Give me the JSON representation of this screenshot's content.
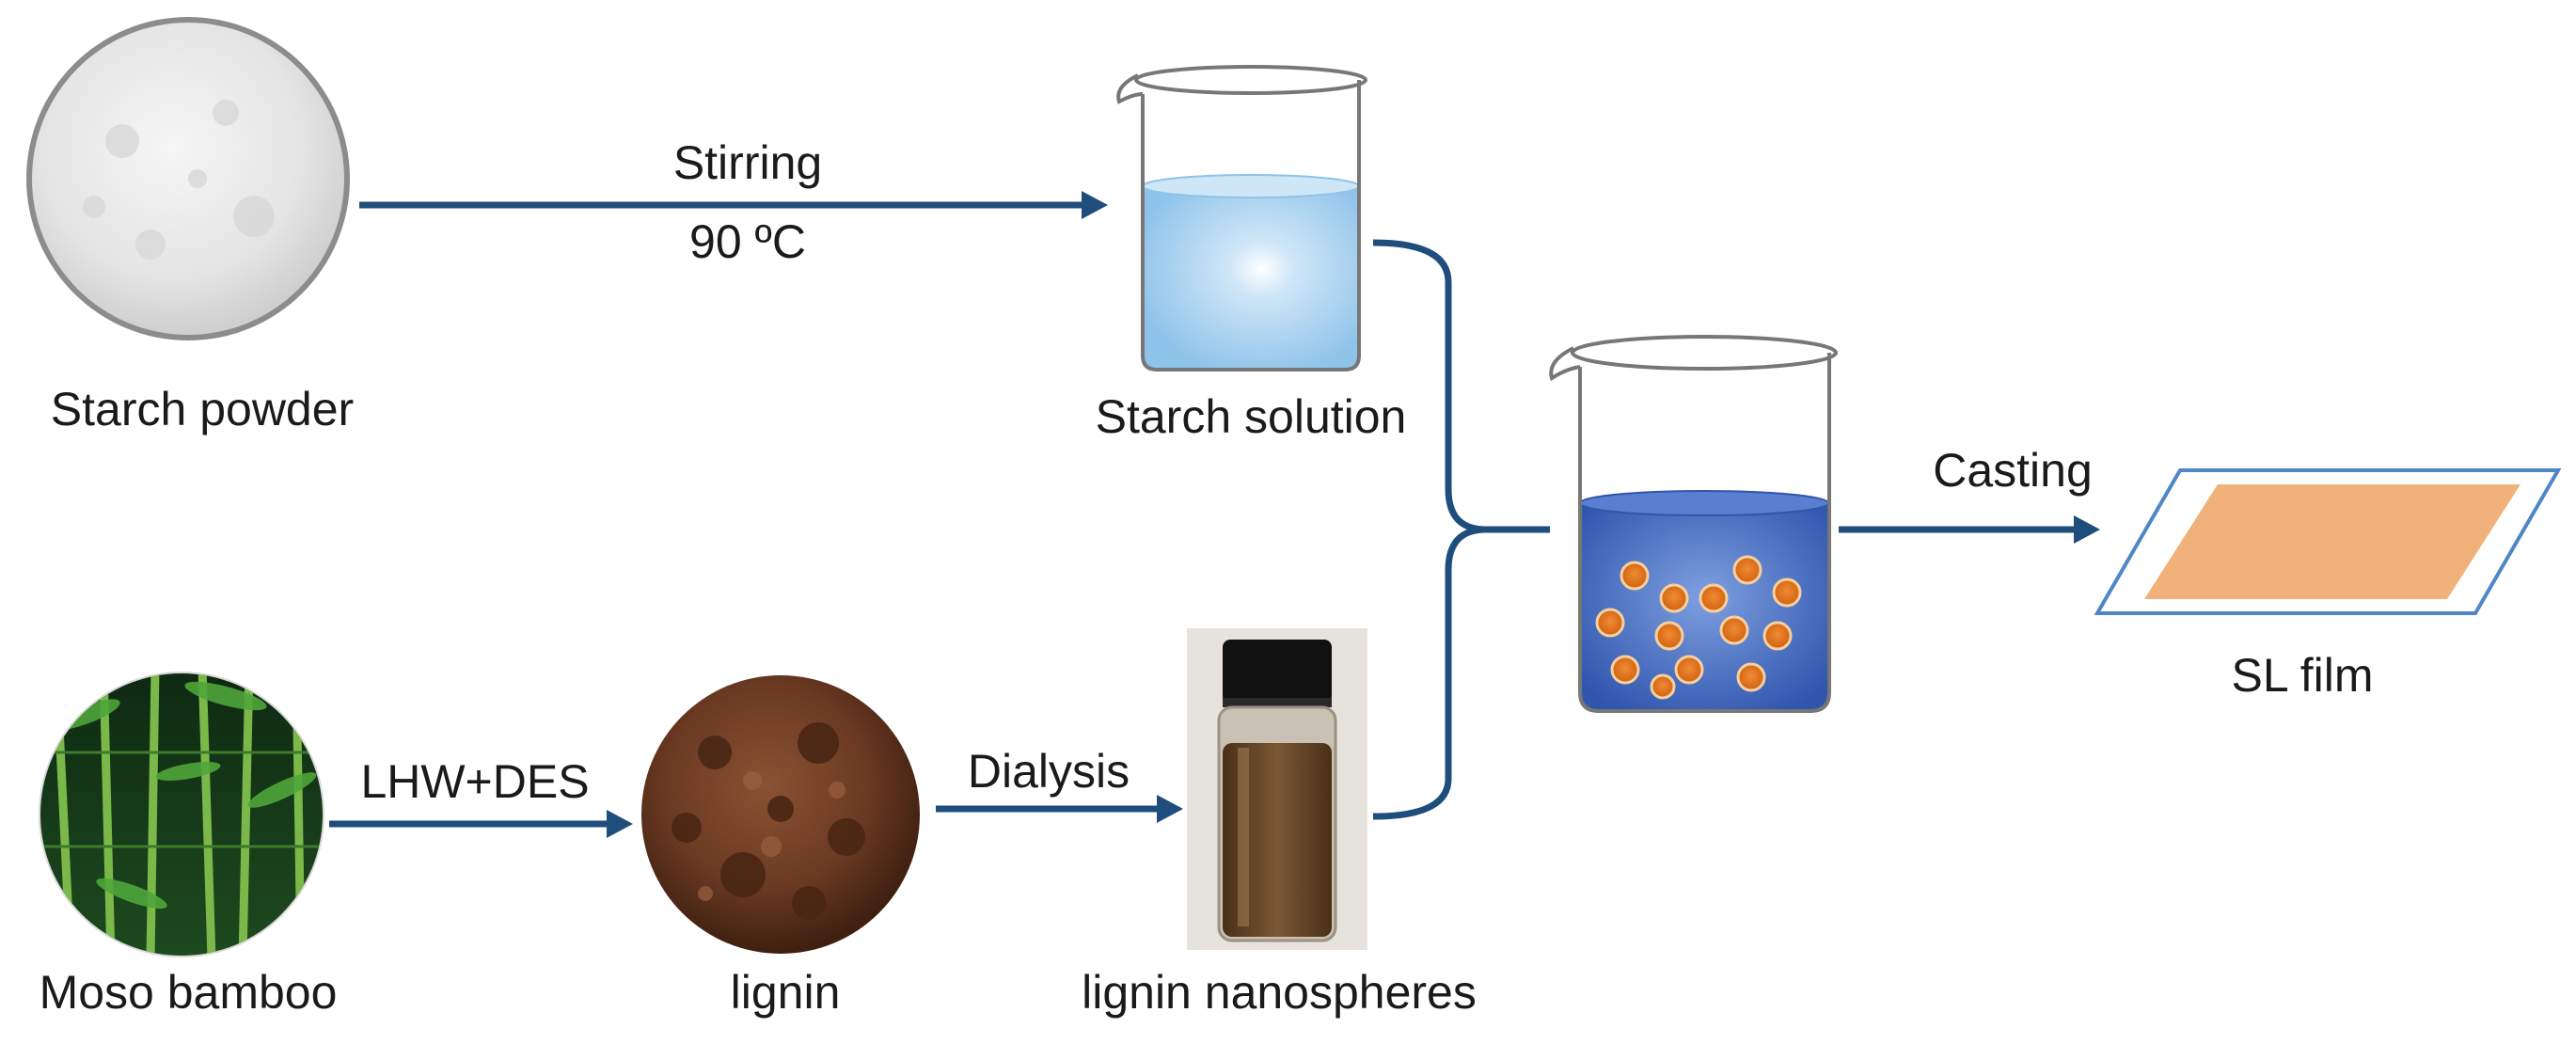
{
  "labels": {
    "starch_powder": "Starch powder",
    "stirring": "Stirring",
    "temperature": "90 ºC",
    "starch_solution": "Starch solution",
    "casting": "Casting",
    "sl_film": "SL film",
    "moso_bamboo": "Moso bamboo",
    "lhw_des": "LHW+DES",
    "lignin": "lignin",
    "dialysis": "Dialysis",
    "lignin_nanospheres": "lignin nanospheres"
  },
  "colors": {
    "arrow": "#1f4e7c",
    "starch_solution_liquid": "#a9d2ef",
    "mixture_liquid": "#3b63b8",
    "nanosphere": "#e0701c",
    "film": "#f0b27a",
    "film_frame": "#4f86c6",
    "lignin_powder": "#6b3a22",
    "bamboo_green": "#2f8a2a",
    "vial_liquid": "#6a4a2a"
  }
}
